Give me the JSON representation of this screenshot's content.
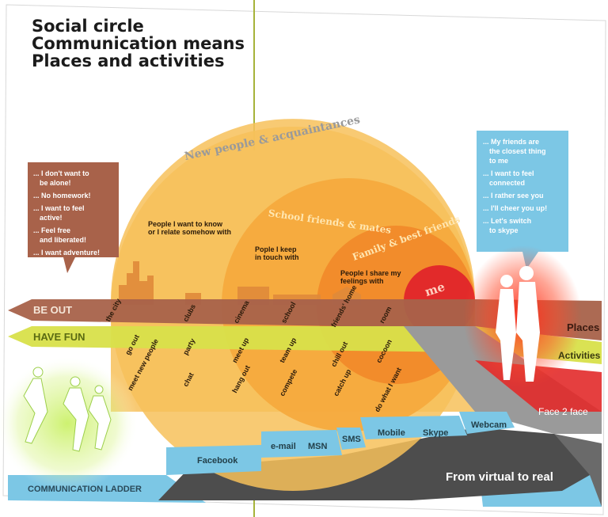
{
  "titles": {
    "line1": "Social circle",
    "line2": "Communication means",
    "line3": "Places and activities"
  },
  "circles": {
    "outer": "New people & acquaintances",
    "middle": "School friends & mates",
    "inner": "Family & best friends",
    "center": "me"
  },
  "circle_desc": {
    "outer": [
      "People I want to know",
      "or I relate somehow with"
    ],
    "middle": [
      "Pople I keep",
      "in touch with"
    ],
    "inner": [
      "People I share my",
      "feelings with"
    ]
  },
  "left_bubble": [
    "... I don't want to",
    "be alone!",
    "... No homework!",
    "... I want to feel",
    "active!",
    "... Feel free",
    "and liberated!",
    "... I want adventure!"
  ],
  "right_bubble": [
    "... My friends are",
    "the closest thing",
    "to me",
    "... I want to feel",
    "connected",
    "... I rather see you",
    "... I'll cheer you up!",
    "... Let's switch",
    "to skype"
  ],
  "bands": {
    "be_out": "BE OUT",
    "have_fun": "HAVE FUN",
    "places": "Places",
    "activities": "Activities",
    "face2face": "Face 2 face",
    "ladder": "COMMUNICATION LADDER",
    "virtual_real": "From virtual to real"
  },
  "places": [
    "the city",
    "clubs",
    "cinema",
    "school",
    "friends' home",
    "room"
  ],
  "activities_top": [
    "go out",
    "party",
    "meet up",
    "team up",
    "chill out",
    "cocoon"
  ],
  "activities_bottom": [
    "meet new people",
    "chat",
    "hang out",
    "compete",
    "catch up",
    "do what I want"
  ],
  "ladder_steps": [
    "Facebook",
    "e-mail",
    "MSN",
    "SMS",
    "Mobile",
    "Skype",
    "Webcam"
  ],
  "colors": {
    "outer_circle": "#f7c15a",
    "middle_circle": "#f5a93c",
    "inner_circle": "#f18a2a",
    "me": "#e22a2a",
    "be_out": "#a8624a",
    "have_fun": "#d8e04a",
    "ladder": "#7cc7e5",
    "arrow": "#4d4d4d"
  }
}
